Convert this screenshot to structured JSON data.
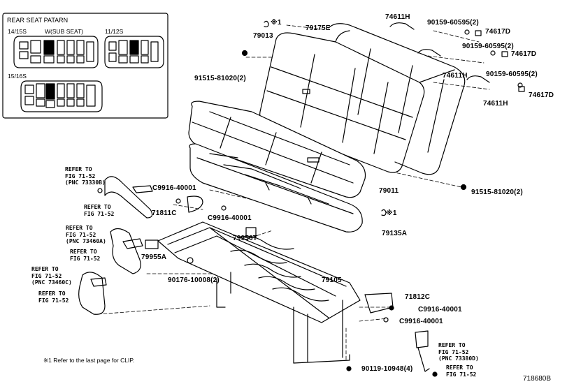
{
  "inset": {
    "title": "REAR SEAT PATARN",
    "l1415": "14/15S",
    "lsub": "W(SUB SEAT)",
    "l1112": "11/12S",
    "l1516": "15/16S"
  },
  "labels": {
    "p79013": "79013",
    "p79175E": "79175E",
    "clip1": "※1",
    "clip2": "※1",
    "p74611H_a": "74611H",
    "p74611H_b": "74611H",
    "p74611H_c": "74611H",
    "p90159_a": "90159-60595(2)",
    "p90159_b": "90159-60595(2)",
    "p90159_c": "90159-60595(2)",
    "p74617D_a": "74617D",
    "p74617D_b": "74617D",
    "p74617D_c": "74617D",
    "p91515_a": "91515-81020(2)",
    "p91515_b": "91515-81020(2)",
    "p79011": "79011",
    "p79135A": "79135A",
    "p79105": "79105",
    "c9916_a": "C9916-40001",
    "c9916_b": "C9916-40001",
    "c9916_c": "C9916-40001",
    "c9916_d": "C9916-40001",
    "p71811C": "71811C",
    "p79956T": "79956T",
    "p79955A": "79955A",
    "p90176": "90176-10008(2)",
    "p71812C": "71812C",
    "p90119": "90119-10948(4)"
  },
  "refs": {
    "r1": "REFER TO\nFIG 71-52\n(PNC 73330B)",
    "r2": "REFER TO\nFIG 71-52",
    "r3": "REFER TO\nFIG 71-52\n(PNC 73460A)",
    "r4": "REFER TO\nFIG 71-52",
    "r5": "REFER TO\nFIG 71-52\n(PNC 73460C)",
    "r6": "REFER TO\nFIG 71-52",
    "r7": "REFER TO\nFIG 71-52\n(PNC 73380D)",
    "r8": "REFER TO\nFIG 71-52"
  },
  "footnote": "※1 Refer to the last page for CLIP.",
  "drawing_no": "718680B"
}
